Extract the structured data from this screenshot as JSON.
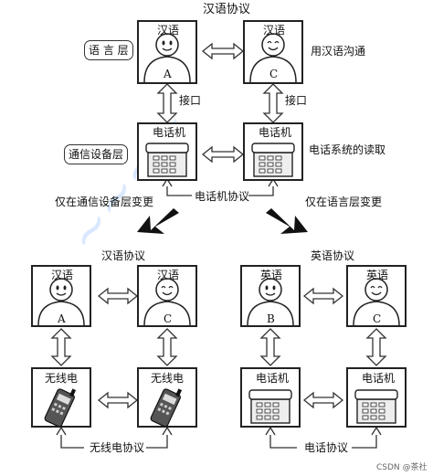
{
  "top": {
    "title": "汉语协议",
    "left_person": {
      "lang": "汉语",
      "letter": "A"
    },
    "right_person": {
      "lang": "汉语",
      "letter": "C"
    },
    "language_layer_label": "语 言 层",
    "comm_layer_label": "通信设备层",
    "interface_left": "接口",
    "interface_right": "接口",
    "phone_left": "电话机",
    "phone_right": "电话机",
    "note_language": "用汉语沟通",
    "note_phone": "电话系统的读取",
    "phone_protocol": "电话机协议",
    "change_left": "仅在通信设备层变更",
    "change_right": "仅在语言层变更"
  },
  "bottom_left": {
    "title": "汉语协议",
    "left_person": {
      "lang": "汉语",
      "letter": "A"
    },
    "right_person": {
      "lang": "汉语",
      "letter": "C"
    },
    "device_left": "无线电",
    "device_right": "无线电",
    "protocol": "无线电协议"
  },
  "bottom_right": {
    "title": "英语协议",
    "left_person": {
      "lang": "英语",
      "letter": "B"
    },
    "right_person": {
      "lang": "英语",
      "letter": "C"
    },
    "device_left": "电话机",
    "device_right": "电话机",
    "protocol": "电话协议"
  },
  "watermark": "CSDN @茶社"
}
